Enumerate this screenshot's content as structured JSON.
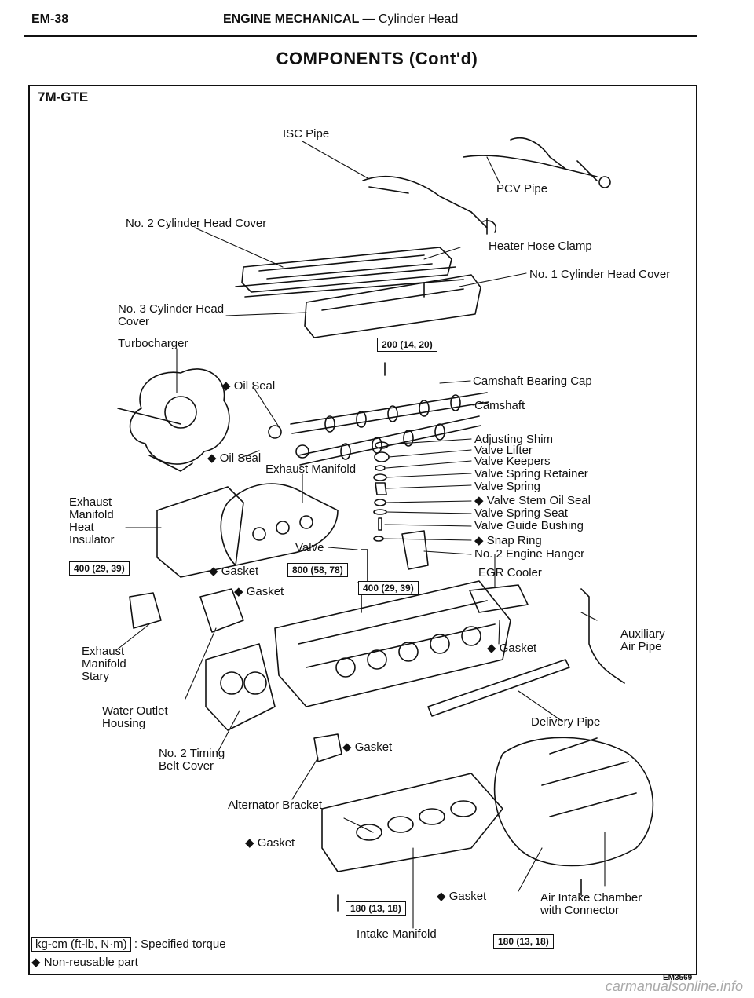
{
  "header": {
    "page_ref": "EM-38",
    "section": "ENGINE MECHANICAL",
    "separator": "—",
    "subsection": "Cylinder Head"
  },
  "title": "COMPONENTS (Cont'd)",
  "engine_model": "7M-GTE",
  "labels": {
    "isc_pipe": "ISC Pipe",
    "pcv_pipe": "PCV Pipe",
    "no2_cyl_head_cover": "No. 2 Cylinder Head Cover",
    "heater_hose_clamp": "Heater Hose Clamp",
    "no1_cyl_head_cover": "No. 1 Cylinder Head Cover",
    "no3_cyl_head_cover_1": "No. 3 Cylinder Head",
    "no3_cyl_head_cover_2": "Cover",
    "turbocharger": "Turbocharger",
    "oil_seal_top": "◆ Oil Seal",
    "camshaft_bearing_cap": "Camshaft Bearing Cap",
    "camshaft": "Camshaft",
    "oil_seal_lower": "◆ Oil Seal",
    "adjusting_shim": "Adjusting Shim",
    "valve_lifter": "Valve Lifter",
    "valve_keepers": "Valve Keepers",
    "valve_spring_retainer": "Valve Spring Retainer",
    "valve_spring": "Valve Spring",
    "valve_stem_oil_seal": "◆ Valve Stem Oil Seal",
    "valve_spring_seat": "Valve Spring Seat",
    "valve_guide_bushing": "Valve Guide Bushing",
    "snap_ring": "◆ Snap Ring",
    "no2_engine_hanger": "No. 2 Engine Hanger",
    "exhaust_manifold": "Exhaust Manifold",
    "exh_heat_insulator_1": "Exhaust",
    "exh_heat_insulator_2": "Manifold",
    "exh_heat_insulator_3": "Heat",
    "exh_heat_insulator_4": "Insulator",
    "valve": "Valve",
    "gasket_exhaust": "◆ Gasket",
    "egr_cooler": "EGR Cooler",
    "gasket_water_outlet": "◆ Gasket",
    "auxiliary_air_pipe_1": "Auxiliary",
    "auxiliary_air_pipe_2": "Air Pipe",
    "exhaust_manifold_stay_1": "Exhaust",
    "exhaust_manifold_stay_2": "Manifold",
    "exhaust_manifold_stay_3": "Stary",
    "gasket_egr": "◆ Gasket",
    "water_outlet_housing_1": "Water Outlet",
    "water_outlet_housing_2": "Housing",
    "delivery_pipe": "Delivery Pipe",
    "no2_timing_belt_cover_1": "No. 2 Timing",
    "no2_timing_belt_cover_2": "Belt Cover",
    "gasket_alternator": "◆ Gasket",
    "alternator_bracket": "Alternator Bracket",
    "gasket_intake": "◆ Gasket",
    "gasket_chamber": "◆ Gasket",
    "air_intake_chamber_1": "Air Intake Chamber",
    "air_intake_chamber_2": "with Connector",
    "intake_manifold": "Intake Manifold"
  },
  "torques": {
    "cover": "200 (14, 20)",
    "insulator": "400 (29, 39)",
    "exhaust_manifold": "800 (58, 78)",
    "head": "400 (29, 39)",
    "intake_manifold": "180 (13, 18)",
    "chamber": "180 (13, 18)"
  },
  "legend": {
    "torque_unit": "kg-cm (ft-lb, N·m)",
    "torque_desc": ": Specified torque",
    "nonreusable": "◆ Non-reusable part"
  },
  "figure_code": "EM3569",
  "watermark": "carmanualsonline.info"
}
